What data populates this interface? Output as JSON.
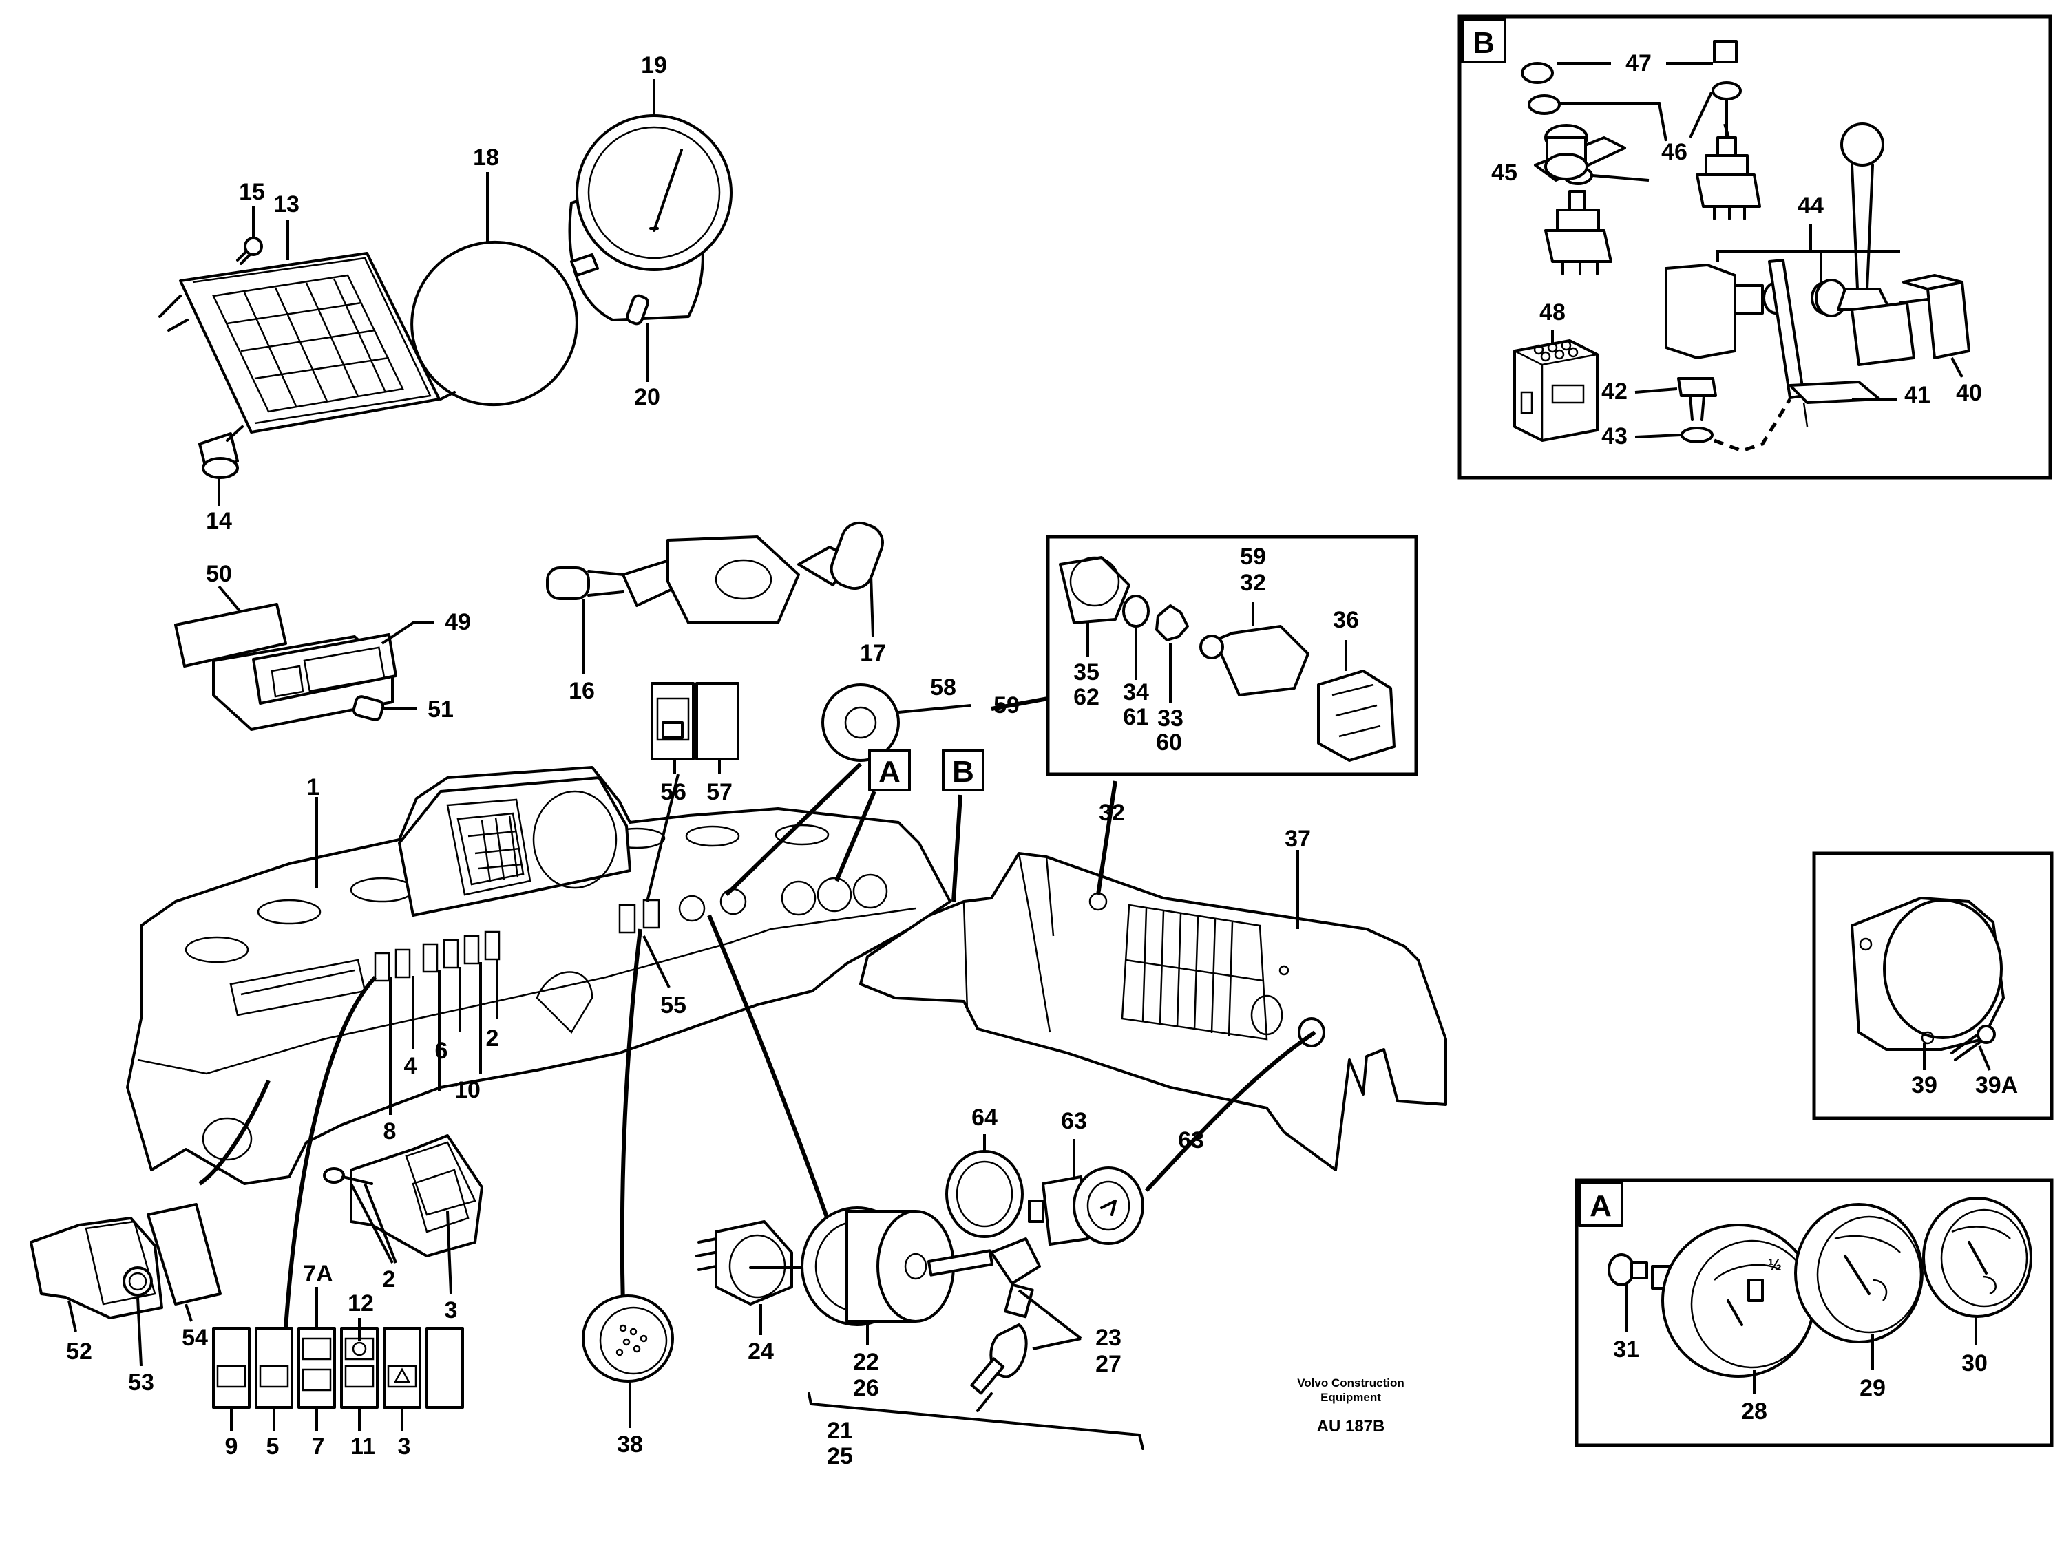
{
  "labels": {
    "1": "1",
    "2": "2",
    "3": "3",
    "4": "4",
    "5": "5",
    "6": "6",
    "7": "7",
    "7A": "7A",
    "8": "8",
    "9": "9",
    "10": "10",
    "11": "11",
    "12": "12",
    "13": "13",
    "14": "14",
    "15": "15",
    "16": "16",
    "17": "17",
    "18": "18",
    "19": "19",
    "20": "20",
    "21": "21",
    "22": "22",
    "23": "23",
    "24": "24",
    "25": "25",
    "26": "26",
    "27": "27",
    "28": "28",
    "29": "29",
    "30": "30",
    "31": "31",
    "32": "32",
    "33": "33",
    "34": "34",
    "35": "35",
    "36": "36",
    "37": "37",
    "38": "38",
    "39": "39",
    "39A": "39A",
    "40": "40",
    "41": "41",
    "42": "42",
    "43": "43",
    "44": "44",
    "45": "45",
    "46": "46",
    "47": "47",
    "48": "48",
    "49": "49",
    "50": "50",
    "51": "51",
    "52": "52",
    "53": "53",
    "54": "54",
    "55": "55",
    "56": "56",
    "57": "57",
    "58": "58",
    "59": "59",
    "60": "60",
    "61": "61",
    "62": "62",
    "63": "63",
    "64": "64"
  },
  "detail_tags": {
    "A": "A",
    "B": "B"
  },
  "gauge_half_mark": "½",
  "footer": {
    "company_line1": "Volvo Construction",
    "company_line2": "Equipment",
    "drawing_code": "AU 187B"
  }
}
